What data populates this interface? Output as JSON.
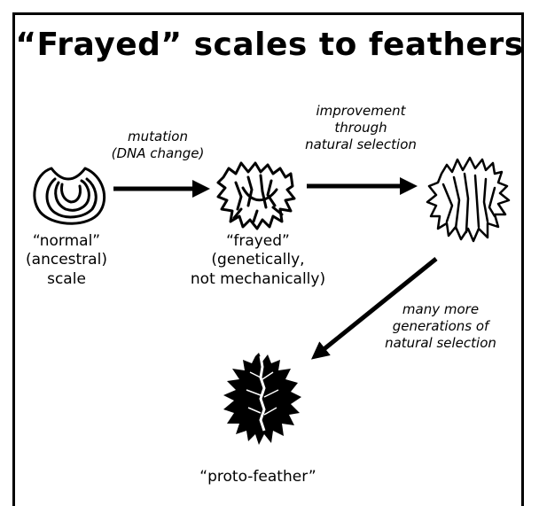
{
  "title": "“Frayed” scales to feathers",
  "labels": {
    "normal_scale": [
      "“normal”",
      "(ancestral)",
      "scale"
    ],
    "frayed_scale": [
      "“frayed”",
      "(genetically,",
      "not mechanically)"
    ],
    "proto_feather": [
      "“proto-feather”"
    ]
  },
  "arrows": {
    "mutation": [
      "mutation",
      "(DNA change)"
    ],
    "improvement": [
      "improvement",
      "through",
      "natural selection"
    ],
    "generations": [
      "many more",
      "generations of",
      "natural selection"
    ]
  },
  "icons": {
    "normal_scale": "concentric-scale-icon",
    "frayed_scale": "frayed-scale-icon",
    "improved_scale": "spiky-scale-icon",
    "proto_feather": "proto-feather-icon"
  },
  "colors": {
    "ink": "#000000",
    "background": "#ffffff"
  }
}
